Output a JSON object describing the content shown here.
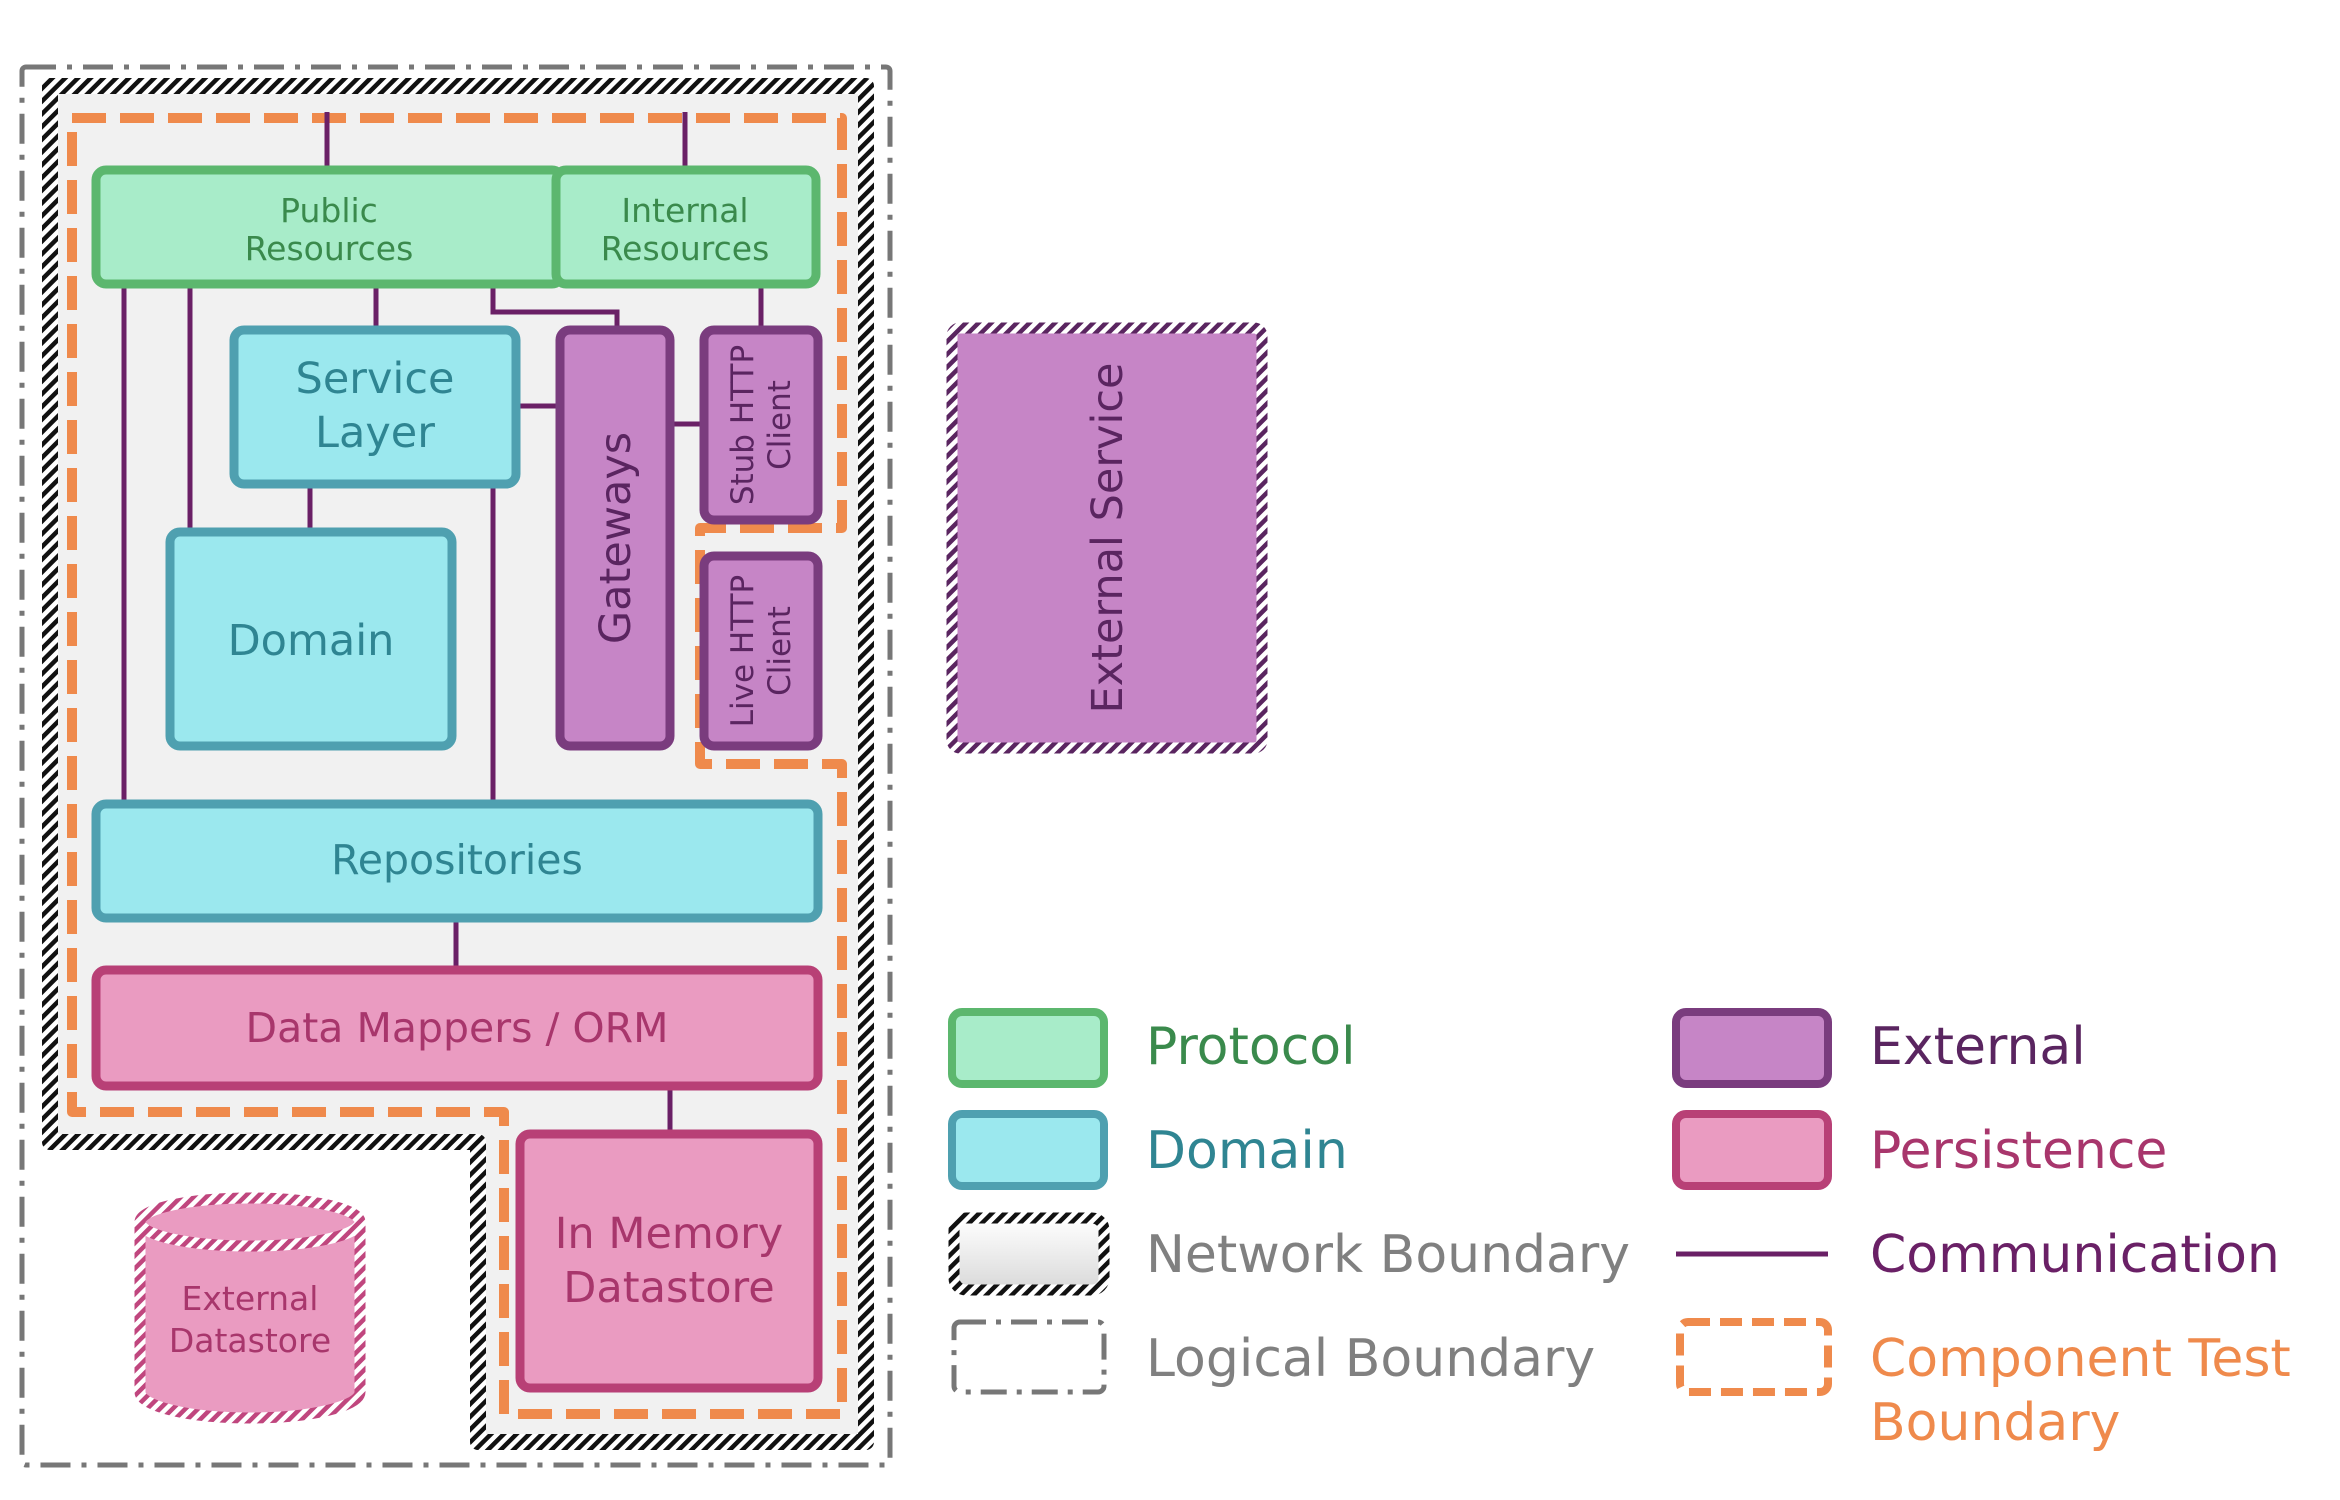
{
  "colors": {
    "protocol_fill": "#a8ecc9",
    "protocol_stroke": "#5cb76e",
    "protocol_text": "#3a8a4c",
    "domain_fill": "#9be8ee",
    "domain_stroke": "#4fa0b0",
    "domain_text": "#2f8592",
    "external_fill": "#c685c6",
    "external_stroke": "#7a3c7e",
    "external_text": "#5a2560",
    "persistence_fill": "#ea9bc1",
    "persistence_stroke": "#b84076",
    "persistence_text": "#a8366c",
    "comm_line": "#6a2066",
    "component_test": "#ef8a4c",
    "logical_boundary": "#777777",
    "boundary_label": "#808080"
  },
  "diagram": {
    "public_resources": [
      "Public",
      "Resources"
    ],
    "internal_resources": [
      "Internal",
      "Resources"
    ],
    "service_layer": [
      "Service",
      "Layer"
    ],
    "domain": "Domain",
    "gateways": "Gateways",
    "stub_http_client": [
      "Stub HTTP",
      "Client"
    ],
    "live_http_client": [
      "Live HTTP",
      "Client"
    ],
    "repositories": "Repositories",
    "data_mappers": "Data Mappers / ORM",
    "in_memory_datastore": [
      "In Memory",
      "Datastore"
    ],
    "external_datastore": [
      "External",
      "Datastore"
    ],
    "external_service": "External Service"
  },
  "legend": {
    "protocol": "Protocol",
    "domain": "Domain",
    "network_boundary": "Network Boundary",
    "logical_boundary": "Logical Boundary",
    "external": "External",
    "persistence": "Persistence",
    "communication": "Communication",
    "component_test": [
      "Component Test",
      "Boundary"
    ]
  }
}
